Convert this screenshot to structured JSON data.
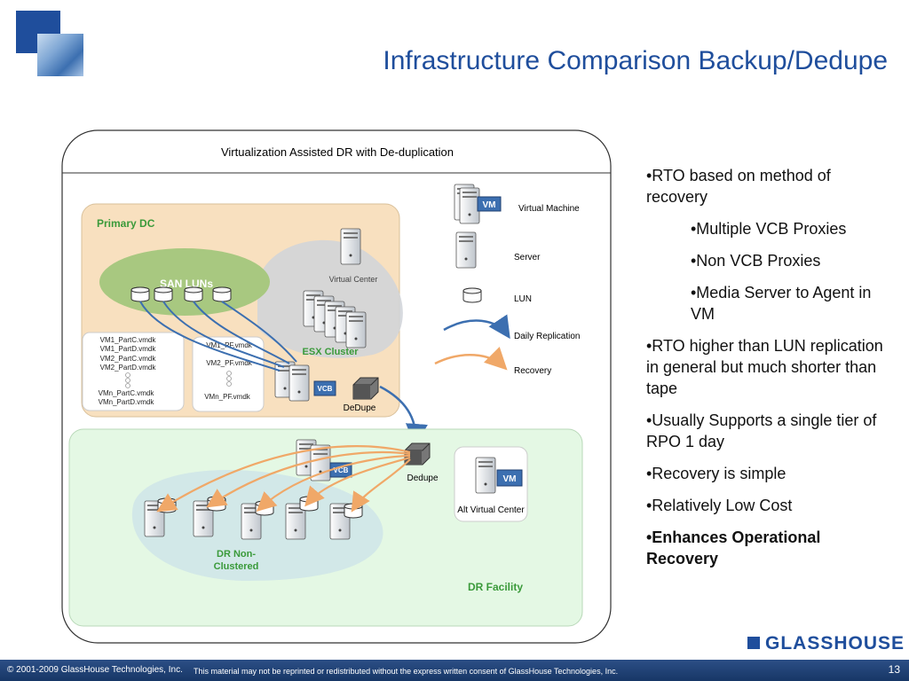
{
  "title": "Infrastructure Comparison Backup/Dedupe",
  "diagram": {
    "header": "Virtualization Assisted DR with De-duplication",
    "primary_dc": "Primary DC",
    "san_luns": "SAN LUNs",
    "virtual_center": "Virtual Center",
    "esx_cluster": "ESX Cluster",
    "vcb": "VCB",
    "dedupe_primary": "DeDupe",
    "dedupe_dr": "Dedupe",
    "vm": "VM",
    "alt_virtual_center": "Alt Virtual Center",
    "dr_non_clustered_1": "DR Non-",
    "dr_non_clustered_2": "Clustered",
    "dr_facility": "DR Facility",
    "vmdk_list_1": [
      "VM1_PartC.vmdk",
      "VM1_PartD.vmdk",
      "VM2_PartC.vmdk",
      "VM2_PartD.vmdk",
      "VMn_PartC.vmdk",
      "VMn_PartD.vmdk"
    ],
    "vmdk_list_2": [
      "VM1_PF.vmdk",
      "VM2_PF.vmdk",
      "VMn_PF.vmdk"
    ],
    "legend": {
      "virtual_machine": "Virtual Machine",
      "server": "Server",
      "lun": "LUN",
      "daily_replication": "Daily Replication",
      "recovery": "Recovery"
    }
  },
  "bullets": [
    {
      "text": "•RTO based on method of recovery",
      "level": 0,
      "strong": false
    },
    {
      "text": "•Multiple VCB Proxies",
      "level": 1,
      "strong": false
    },
    {
      "text": "•Non VCB Proxies",
      "level": 1,
      "strong": false
    },
    {
      "text": "•Media Server to Agent in VM",
      "level": 1,
      "strong": false
    },
    {
      "text": "•RTO higher than LUN replication in general but much shorter than tape",
      "level": 0,
      "strong": false
    },
    {
      "text": "•Usually Supports a single tier of RPO 1 day",
      "level": 0,
      "strong": false
    },
    {
      "text": "•Recovery is simple",
      "level": 0,
      "strong": false
    },
    {
      "text": "•Relatively Low Cost",
      "level": 0,
      "strong": false
    },
    {
      "text": "•Enhances Operational Recovery",
      "level": 0,
      "strong": true
    }
  ],
  "footer": {
    "copyright": "© 2001-2009 GlassHouse Technologies, Inc.",
    "notice": "This material may not be reprinted or redistributed without the express written consent of GlassHouse Technologies, Inc.",
    "page": "13"
  },
  "brand": "GLASSHOUSE",
  "colors": {
    "title": "#1f4e9c",
    "replication_arrow": "#3c6fb0",
    "recovery_arrow": "#f0a868",
    "primary_dc_fill": "#f8e0bf",
    "dr_fill": "#e4f8e4",
    "san_fill": "#a8c880"
  }
}
